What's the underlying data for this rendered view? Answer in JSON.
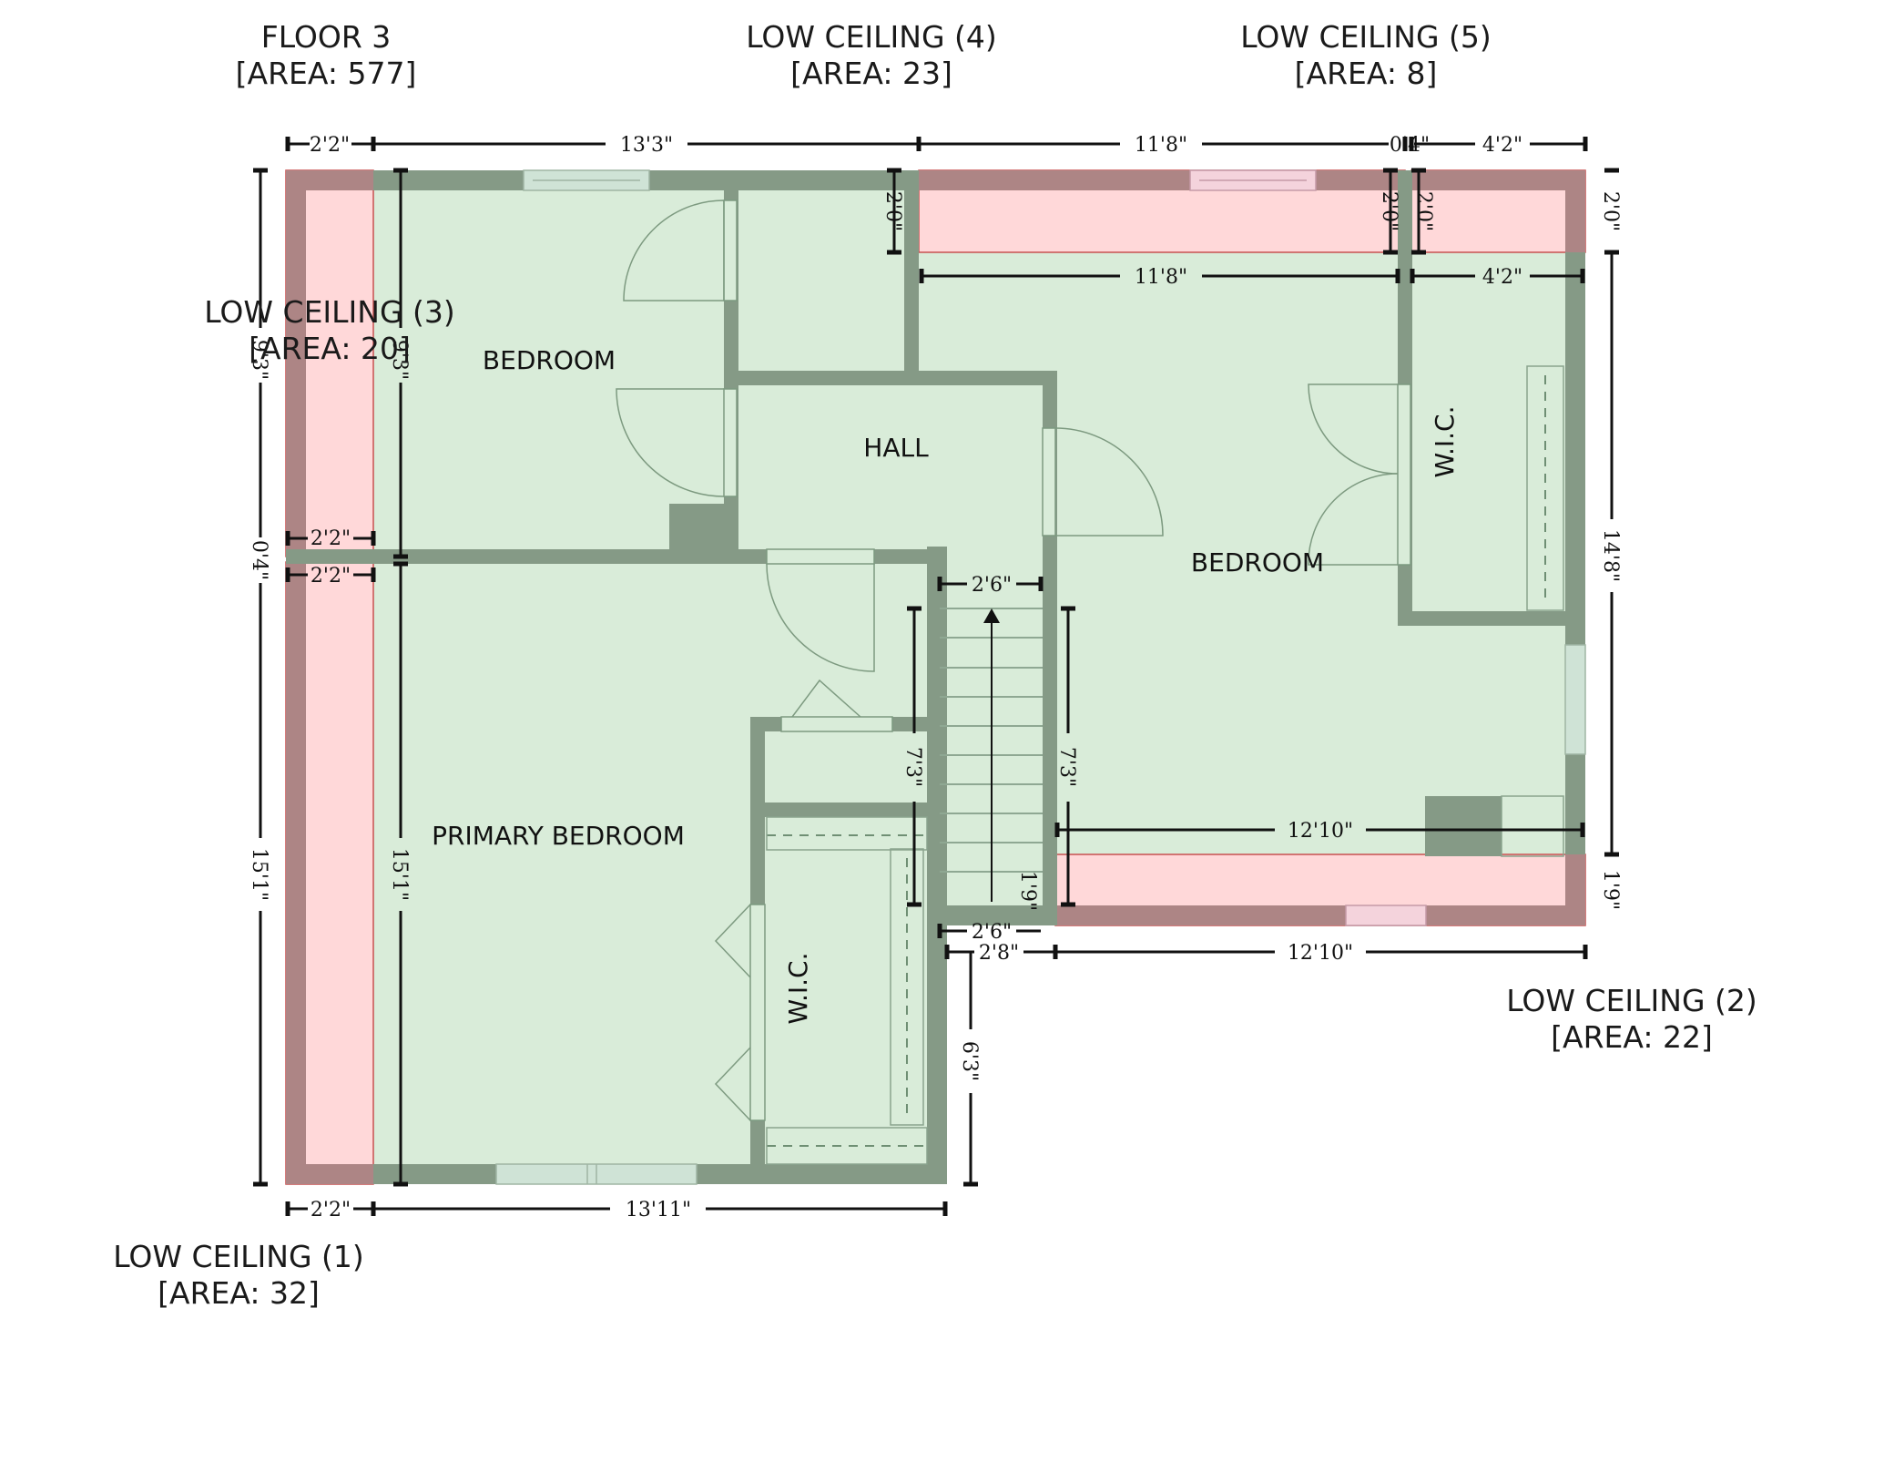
{
  "labels": {
    "floor": {
      "name": "FLOOR 3",
      "area": "[AREA: 577]"
    },
    "low_ceiling_1": {
      "name": "LOW CEILING (1)",
      "area": "[AREA: 32]"
    },
    "low_ceiling_2": {
      "name": "LOW CEILING (2)",
      "area": "[AREA: 22]"
    },
    "low_ceiling_3": {
      "name": "LOW CEILING (3)",
      "area": "[AREA: 20]"
    },
    "low_ceiling_4": {
      "name": "LOW CEILING (4)",
      "area": "[AREA: 23]"
    },
    "low_ceiling_5": {
      "name": "LOW CEILING (5)",
      "area": "[AREA: 8]"
    }
  },
  "rooms": {
    "bedroom_left": "BEDROOM",
    "hall": "HALL",
    "bedroom_right": "BEDROOM",
    "wic_right": "W.I.C.",
    "primary_bedroom": "PRIMARY BEDROOM",
    "wic_primary": "W.I.C."
  },
  "dimensions": {
    "top_2_2": "2'2\"",
    "top_13_3": "13'3\"",
    "top_11_8": "11'8\"",
    "top_0_4": "0'4\"",
    "top_4_2": "4'2\"",
    "inner_11_8": "11'8\"",
    "inner_4_2": "4'2\"",
    "v_2_0_a": "2'0\"",
    "v_2_0_b": "2'0\"",
    "v_2_0_c": "2'0\"",
    "v_2_0_right": "2'0\"",
    "right_14_8": "14'8\"",
    "right_1_9": "1'9\"",
    "left_9_3": "9'3\"",
    "left_0_4": "0'4\"",
    "left_15_1": "15'1\"",
    "inner_9_3": "9'3\"",
    "inner_15_1": "15'1\"",
    "h_2_2_a": "2'2\"",
    "h_2_2_b": "2'2\"",
    "stair_2_6_top": "2'6\"",
    "stair_7_3_left": "7'3\"",
    "stair_7_3_right": "7'3\"",
    "stair_1_9": "1'9\"",
    "stair_2_6_bottom": "2'6\"",
    "h_2_8": "2'8\"",
    "h_12_10_inner": "12'10\"",
    "h_12_10_outer": "12'10\"",
    "v_6_3": "6'3\"",
    "bottom_2_2": "2'2\"",
    "bottom_13_11": "13'11\""
  },
  "colors": {
    "wall": "#859a86",
    "floor": "#d9ecd9",
    "low_ceiling": "#ffd8d9",
    "low_ceiling_wall": "#ad8585",
    "window": "#cfe3d6",
    "ink": "#111111"
  }
}
